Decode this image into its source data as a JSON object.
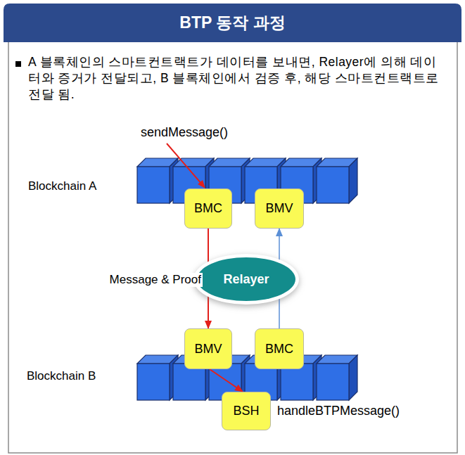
{
  "diagram": {
    "title": "BTP 동작 과정",
    "nodes": [
      {
        "text": [
          "BMC"
        ]
      },
      {
        "text": [
          "BMV"
        ]
      },
      {
        "text": [
          "Relayer"
        ]
      },
      {
        "text": [
          "BMV"
        ]
      },
      {
        "text": [
          "BMC"
        ]
      },
      {
        "text": [
          "BSH"
        ]
      }
    ],
    "edges": [
      {
        "from": 0,
        "to": 3,
        "arrow": "to",
        "label": "Message & Proof"
      },
      {
        "from": 4,
        "to": 1,
        "arrow": "to"
      },
      {
        "from": 3,
        "to": 5,
        "arrow": "to"
      }
    ],
    "labels": [
      "A 블록체인의 스마트컨트랙트가 데이터를 보내면, Relayer에 의해 데이터와 증거가 전달되고, B 블록체인에서 검증 후, 해당 스마트컨트랙트로전달 됨.",
      "sendMessage()",
      "Blockchain A",
      "Blockchain B",
      "handleBTPMessage()"
    ]
  }
}
